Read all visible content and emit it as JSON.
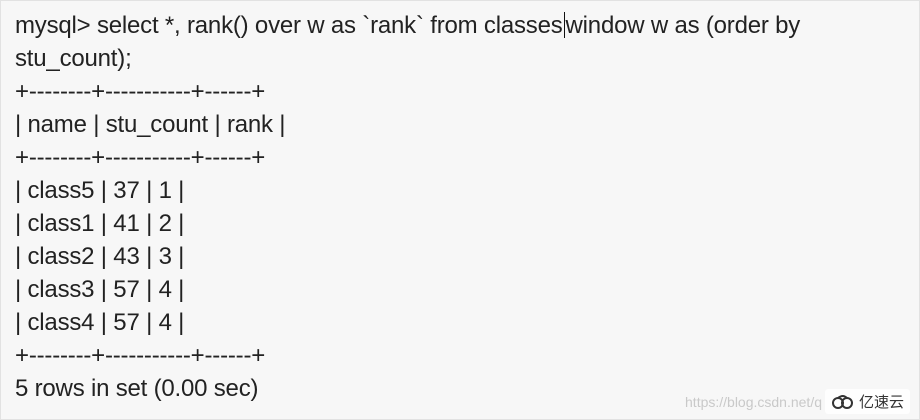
{
  "terminal": {
    "command_line_1": "mysql> select *, rank() over w as `rank` from classes",
    "command_line_1_rest": "window w as (order by",
    "command_line_2": "stu_count);",
    "table": {
      "border": "+--------+-----------+------+",
      "header": "| name | stu_count | rank |",
      "rows": [
        "| class5 | 37 | 1 |",
        "| class1 | 41 | 2 |",
        "| class2 | 43 | 3 |",
        "| class3 | 57 | 4 |",
        "| class4 | 57 | 4 |"
      ]
    },
    "footer": "5 rows in set (0.00 sec)"
  },
  "watermark": {
    "text": "https://blog.csdn.net/q"
  },
  "logo": {
    "text": "亿速云",
    "icon": "cloud-logo-icon"
  }
}
